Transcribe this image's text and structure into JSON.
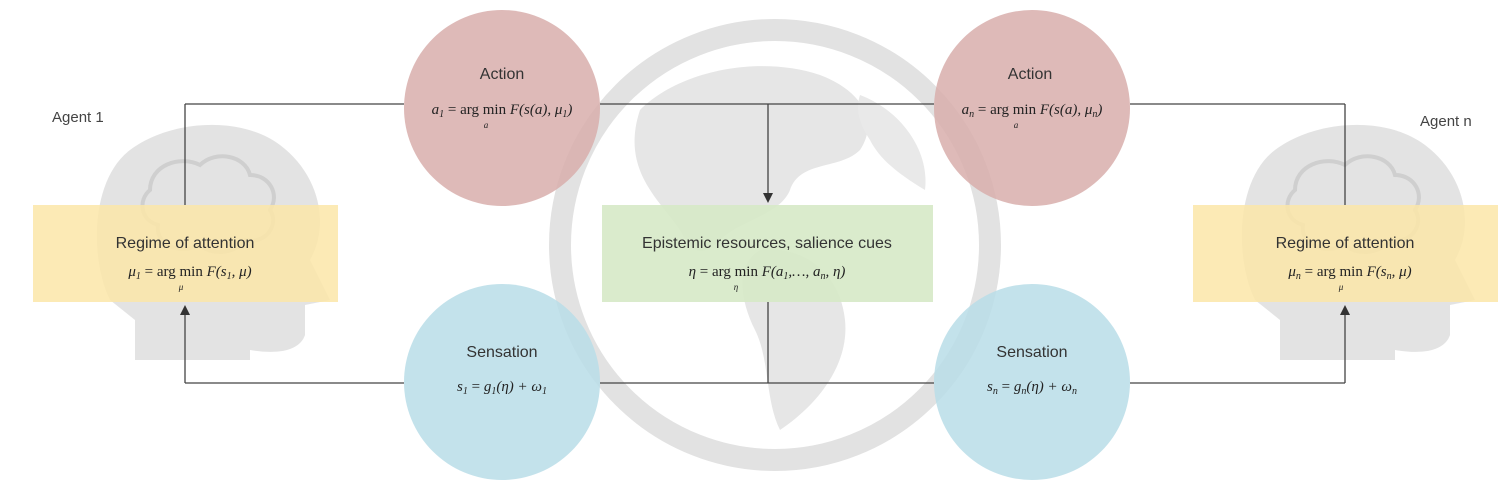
{
  "agents": {
    "left_label": "Agent 1",
    "right_label": "Agent n"
  },
  "action_left": {
    "title": "Action",
    "formula_lhs": "a",
    "formula_lhs_sub": "1",
    "formula_op": "arg min",
    "formula_op_sub": "a",
    "formula_rhs": "F(s(a), μ",
    "formula_rhs_sub": "1",
    "formula_close": ")"
  },
  "action_right": {
    "title": "Action",
    "formula_lhs": "a",
    "formula_lhs_sub": "n",
    "formula_op": "arg min",
    "formula_op_sub": "a",
    "formula_rhs": "F(s(a), μ",
    "formula_rhs_sub": "n",
    "formula_close": ")"
  },
  "attention_left": {
    "title": "Regime of attention",
    "formula_lhs": "μ",
    "formula_lhs_sub": "1",
    "formula_op": "arg min",
    "formula_op_sub": "μ",
    "formula_rhs": "F(s",
    "formula_rhs_sub": "1",
    "formula_close": ", μ)"
  },
  "attention_right": {
    "title": "Regime of attention",
    "formula_lhs": "μ",
    "formula_lhs_sub": "n",
    "formula_op": "arg min",
    "formula_op_sub": "μ",
    "formula_rhs": "F(s",
    "formula_rhs_sub": "n",
    "formula_close": ", μ)"
  },
  "epistemic": {
    "title": "Epistemic resources, salience cues",
    "formula_lhs": "η",
    "formula_op": "arg min",
    "formula_op_sub": "η",
    "formula_rhs": "F(a",
    "formula_rhs_sub": "1",
    "formula_mid": ",…, a",
    "formula_mid_sub": "n",
    "formula_close": ", η)"
  },
  "sensation_left": {
    "title": "Sensation",
    "formula_lhs": "s",
    "formula_lhs_sub": "1",
    "formula_rhs": "g",
    "formula_rhs_sub": "1",
    "formula_mid": "(η) + ω",
    "formula_mid_sub": "1"
  },
  "sensation_right": {
    "title": "Sensation",
    "formula_lhs": "s",
    "formula_lhs_sub": "n",
    "formula_rhs": "g",
    "formula_rhs_sub": "n",
    "formula_mid": "(η) + ω",
    "formula_mid_sub": "n"
  },
  "colors": {
    "action_fill": "#d8aeac",
    "sensation_fill": "#b8dde8",
    "attention_fill": "#fbe6a8",
    "epistemic_fill": "#d6e9c6",
    "line": "#444444",
    "watermark": "#e4e4e4"
  }
}
